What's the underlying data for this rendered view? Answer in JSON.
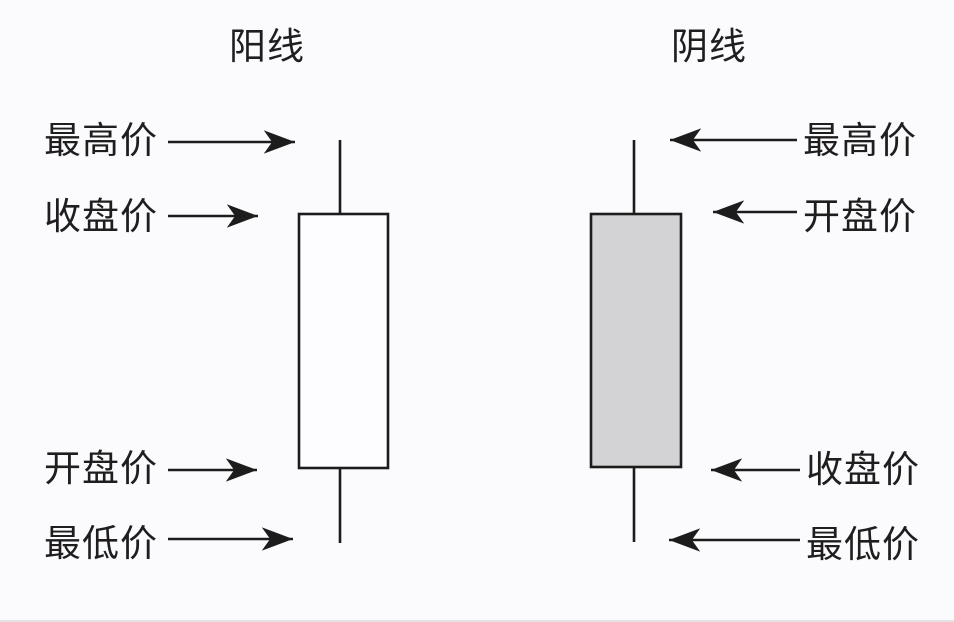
{
  "page": {
    "background": "#fbfafc",
    "ink": "#1c1c1c",
    "bottom_rule_color": "#e4e2e5"
  },
  "yang": {
    "title": "阳线",
    "body_fill": "#fdfcfe",
    "labels": {
      "high": "最高价",
      "close": "收盘价",
      "open": "开盘价",
      "low": "最低价"
    }
  },
  "yin": {
    "title": "阴线",
    "body_fill": "#d3d2d4",
    "labels": {
      "high": "最高价",
      "open": "开盘价",
      "close": "收盘价",
      "low": "最低价"
    }
  }
}
